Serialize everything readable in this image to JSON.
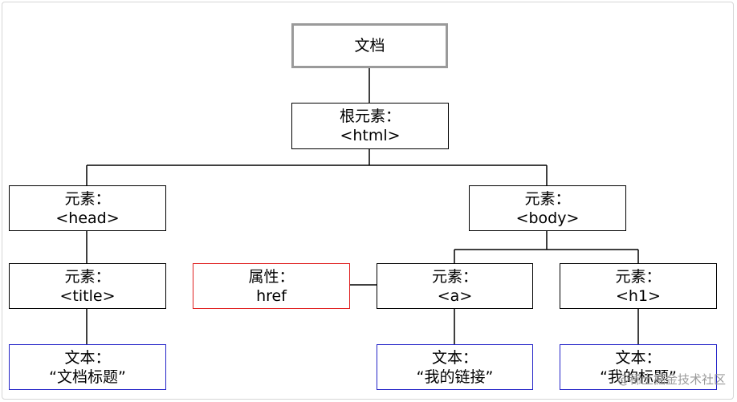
{
  "nodes": {
    "document": {
      "label": "文档"
    },
    "root": {
      "line1": "根元素：",
      "line2": "<html>"
    },
    "head": {
      "line1": "元素：",
      "line2": "<head>"
    },
    "body": {
      "line1": "元素：",
      "line2": "<body>"
    },
    "title": {
      "line1": "元素：",
      "line2": "<title>"
    },
    "attr_href": {
      "line1": "属性：",
      "line2": "href"
    },
    "a": {
      "line1": "元素：",
      "line2": "<a>"
    },
    "h1": {
      "line1": "元素：",
      "line2": "<h1>"
    },
    "text_title": {
      "line1": "文本：",
      "line2": "“文档标题”"
    },
    "text_link": {
      "line1": "文本：",
      "line2": "“我的链接”"
    },
    "text_h1": {
      "line1": "文本：",
      "line2": "“我的标题”"
    }
  },
  "watermark": "@稀土掘金技术社区",
  "colors": {
    "element_border": "#000000",
    "document_border": "#9a9a9a",
    "attribute_border": "#e02020",
    "text_border": "#2424c8"
  }
}
